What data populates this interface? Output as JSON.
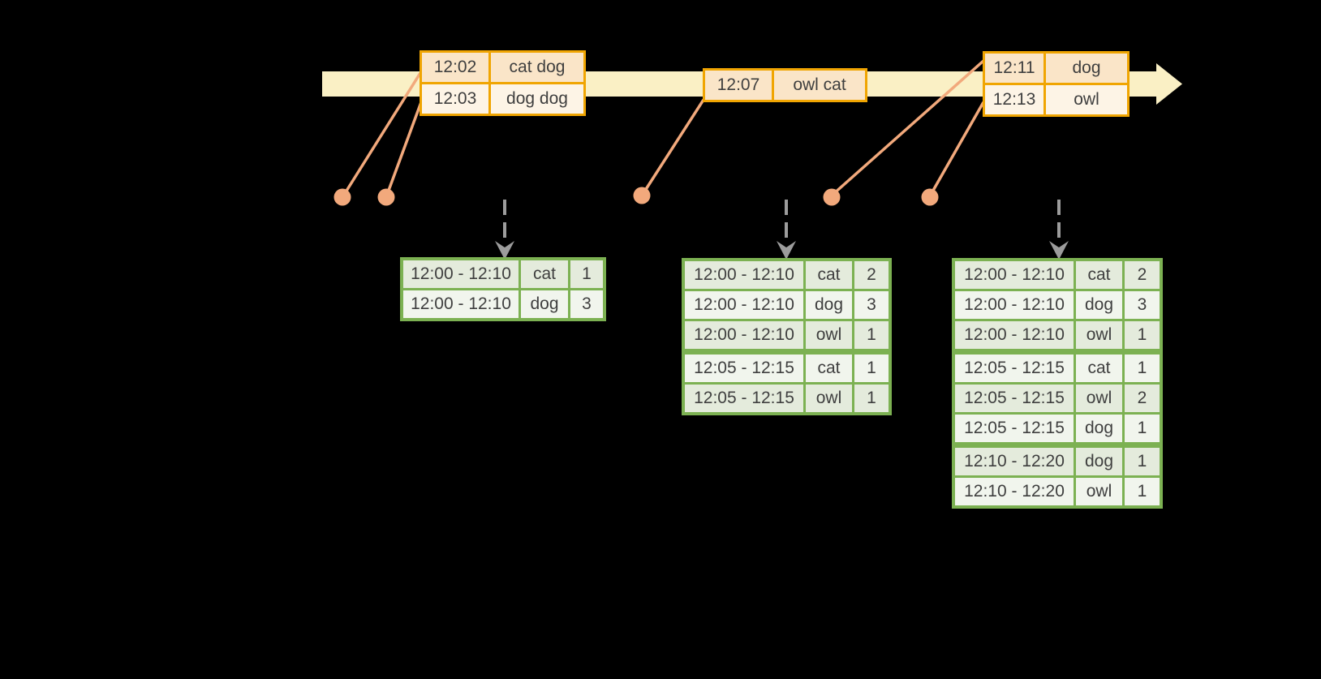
{
  "diagram": {
    "type": "streaming-windowed-aggregation-timeline",
    "colors": {
      "background": "#000000",
      "timeline_band": "#FAF0C5",
      "event_table_border": "#F0A502",
      "event_row_fill_dark": "#FAE5C8",
      "event_row_fill_light": "#FDF4E6",
      "event_dot": "#F2A97C",
      "result_table_border": "#7CB152",
      "result_row_fill_dark": "#E4EBDC",
      "result_row_fill_light": "#F1F5ED",
      "trigger_arrow": "#9C9C9C",
      "text": "#3F3F3F"
    }
  },
  "event_stream": {
    "batches": [
      {
        "records": [
          {
            "time": "12:02",
            "words": "cat dog"
          },
          {
            "time": "12:03",
            "words": "dog dog"
          }
        ]
      },
      {
        "records": [
          {
            "time": "12:07",
            "words": "owl cat"
          }
        ]
      },
      {
        "records": [
          {
            "time": "12:11",
            "words": "dog"
          },
          {
            "time": "12:13",
            "words": "owl"
          }
        ]
      }
    ]
  },
  "result_tables": [
    {
      "rows": [
        {
          "window": "12:00 - 12:10",
          "word": "cat",
          "count": "1"
        },
        {
          "window": "12:00 - 12:10",
          "word": "dog",
          "count": "3"
        }
      ]
    },
    {
      "rows": [
        {
          "window": "12:00 - 12:10",
          "word": "cat",
          "count": "2"
        },
        {
          "window": "12:00 - 12:10",
          "word": "dog",
          "count": "3"
        },
        {
          "window": "12:00 - 12:10",
          "word": "owl",
          "count": "1"
        },
        {
          "window": "12:05 - 12:15",
          "word": "cat",
          "count": "1"
        },
        {
          "window": "12:05 - 12:15",
          "word": "owl",
          "count": "1"
        }
      ]
    },
    {
      "rows": [
        {
          "window": "12:00 - 12:10",
          "word": "cat",
          "count": "2"
        },
        {
          "window": "12:00 - 12:10",
          "word": "dog",
          "count": "3"
        },
        {
          "window": "12:00 - 12:10",
          "word": "owl",
          "count": "1"
        },
        {
          "window": "12:05 - 12:15",
          "word": "cat",
          "count": "1"
        },
        {
          "window": "12:05 - 12:15",
          "word": "owl",
          "count": "2"
        },
        {
          "window": "12:05 - 12:15",
          "word": "dog",
          "count": "1"
        },
        {
          "window": "12:10 - 12:20",
          "word": "dog",
          "count": "1"
        },
        {
          "window": "12:10 - 12:20",
          "word": "owl",
          "count": "1"
        }
      ]
    }
  ]
}
